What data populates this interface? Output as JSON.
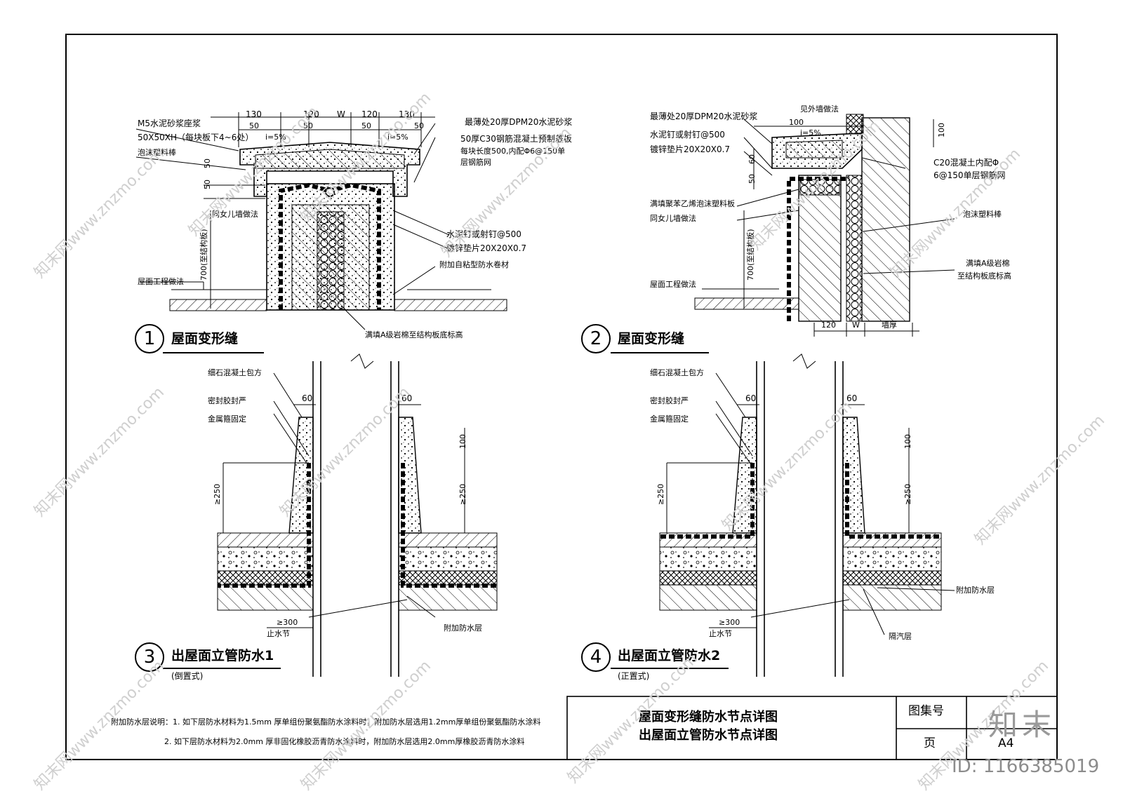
{
  "detail1": {
    "num": "1",
    "title": "屋面变形缝",
    "dims": [
      "130",
      "120",
      "W",
      "120",
      "130",
      "50",
      "50",
      "50",
      "50",
      "50",
      "50"
    ],
    "slope_left": "i=5%",
    "slope_right": "i=5%",
    "labels": {
      "mortar": "M5水泥砂浆座浆",
      "block": "50X50XH（每块板下4~6处）",
      "foam_rod": "泡沫塑料棒",
      "parapet": "同女儿墙做法",
      "height": "700(至结构板)",
      "roof": "屋面工程做法",
      "dpm": "最薄处20厚DPM20水泥砂浆",
      "cover": "50厚C30钢筋混凝土预制盖板",
      "cover2": "每块长度500,内配Φ6@150单",
      "cover3": "层钢筋网",
      "nail": "水泥钉或射钉@500",
      "washer": "镀锌垫片20X20X0.7",
      "membrane": "附加自粘型防水卷材",
      "fill": "满填A级岩棉至结构板底标高",
      "v50a": "50",
      "v50b": "50"
    }
  },
  "detail2": {
    "num": "2",
    "title": "屋面变形缝",
    "labels": {
      "dpm": "最薄处20厚DPM20水泥砂浆",
      "nail": "水泥钉或射钉@500",
      "washer": "镀锌垫片20X20X0.7",
      "ext_wall": "见外墙做法",
      "d100": "100",
      "slope": "i=5%",
      "v100": "100",
      "v60": "60",
      "v50": "50",
      "c20": "C20混凝土内配Φ",
      "c20b": "6@150单层钢筋网",
      "eps": "满填聚苯乙烯泡沫塑料板",
      "parapet": "同女儿墙做法",
      "foam_rod": "泡沫塑料棒",
      "wool": "满填A级岩棉",
      "wool2": "至结构板底标高",
      "height": "700(至结构板)",
      "roof": "屋面工程做法",
      "b120": "120",
      "bW": "W",
      "bwall": "墙厚"
    }
  },
  "detail3": {
    "num": "3",
    "title": "出屋面立管防水1",
    "subtitle": "(倒置式)",
    "labels": {
      "concrete": "细石混凝土包方",
      "sealant": "密封胶封严",
      "hoop": "金属箍固定",
      "d60a": "60",
      "d60b": "60",
      "d100": "100",
      "d250a": "≥250",
      "d250b": "≥250",
      "stop": "止水节",
      "d300": "≥300",
      "extra": "附加防水层"
    }
  },
  "detail4": {
    "num": "4",
    "title": "出屋面立管防水2",
    "subtitle": "(正置式)",
    "labels": {
      "concrete": "细石混凝土包方",
      "sealant": "密封胶封严",
      "hoop": "金属箍固定",
      "d60a": "60",
      "d60b": "60",
      "d100": "100",
      "d250a": "≥250",
      "d250b": "≥250",
      "stop": "止水节",
      "d300": "≥300",
      "extra": "附加防水层",
      "vapor": "隔汽层"
    }
  },
  "notes": {
    "line1": "附加防水层说明：1. 如下层防水材料为1.5mm 厚单组份聚氨酯防水涂料时，附加防水层选用1.2mm厚单组份聚氨酯防水涂料",
    "line2": "2. 如下层防水材料为2.0mm 厚非固化橡胶沥青防水涂料时，附加防水层选用2.0mm厚橡胶沥青防水涂料"
  },
  "titleblock": {
    "title1": "屋面变形缝防水节点详图",
    "title2": "出屋面立管防水节点详图",
    "atlas_label": "图集号",
    "page_label": "页",
    "page_value": "A4"
  },
  "watermark": {
    "logo": "知末",
    "id": "ID: 1166385019",
    "site": "知末网www.znzmo.com"
  }
}
